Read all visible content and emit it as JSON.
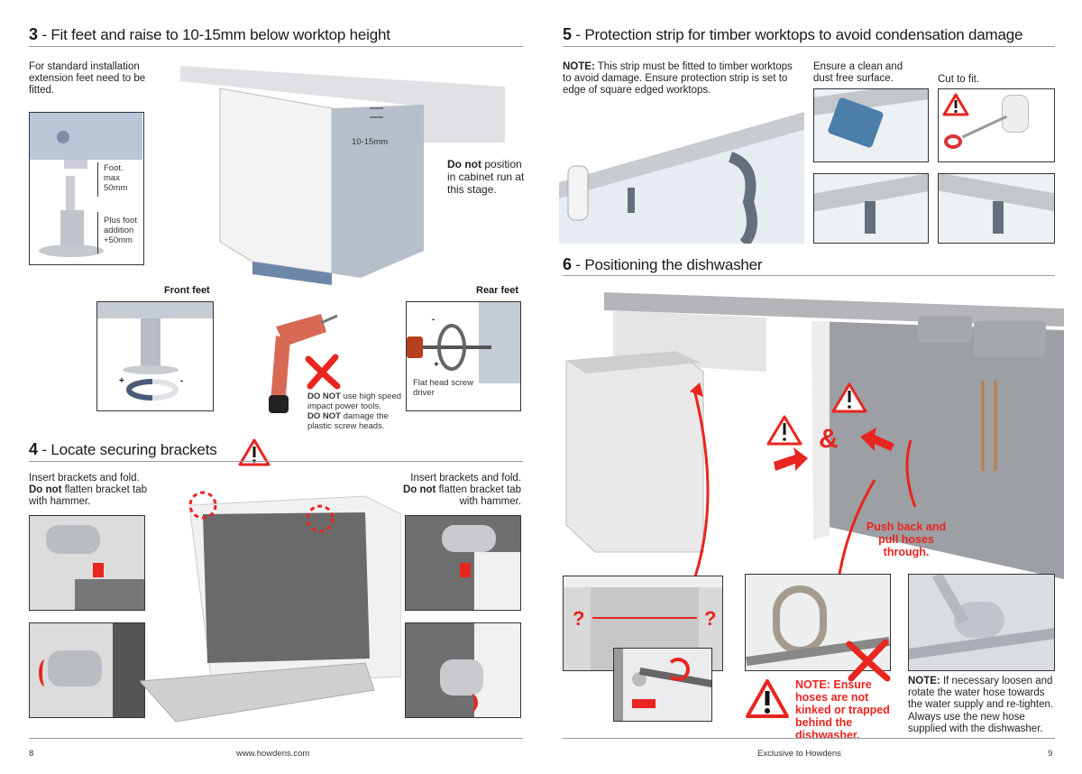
{
  "left_page": {
    "section3": {
      "number": "3",
      "title": " - Fit feet and raise to 10-15mm below worktop height",
      "intro": "For standard installation extension feet need to be fitted.",
      "foot_label_1": [
        "Foot.",
        "max",
        "50mm"
      ],
      "foot_label_2": [
        "Plus foot",
        "addition",
        "+50mm"
      ],
      "gap_label": "10-15mm",
      "note_bold": "Do not",
      "note_rest": " position in cabinet run at this stage.",
      "front_feet_label": "Front feet",
      "rear_feet_label": "Rear feet",
      "front_plus": "+",
      "front_minus": "-",
      "rear_plus": "+",
      "rear_minus": "-",
      "rear_caption": "Flat head screw driver",
      "warning_1_bold": "DO NOT",
      "warning_1_rest": " use high speed impact power tools.",
      "warning_2_bold": "DO NOT",
      "warning_2_rest": " damage the plastic screw heads."
    },
    "section4": {
      "number": "4",
      "title": " - Locate securing brackets",
      "left_line1": "Insert brackets and fold.",
      "left_bold": "Do not",
      "left_rest": " flatten bracket tab with hammer.",
      "right_line1": "Insert brackets and fold.",
      "right_bold": "Do not",
      "right_rest": " flatten bracket tab with hammer."
    },
    "footer": {
      "page_number": "8",
      "website": "www.howdens.com"
    }
  },
  "right_page": {
    "section5": {
      "number": "5",
      "title": " - Protection strip for timber worktops to avoid condensation damage",
      "note_bold": "NOTE:",
      "note_rest": " This strip must be fitted to timber worktops to avoid damage. Ensure protection strip is set to edge of square edged worktops.",
      "clean_caption": "Ensure a clean and dust free surface.",
      "cut_caption": "Cut to fit."
    },
    "section6": {
      "number": "6",
      "title": " - Positioning the dishwasher",
      "ampersand": "&",
      "push_back_text": "Push back and pull hoses through.",
      "question_mark": "?",
      "hose_note": "NOTE: Ensure hoses are not kinked or trapped behind the dishwasher.",
      "rotate_note_bold": "NOTE:",
      "rotate_note_rest": " If necessary loosen and rotate the water hose towards the water supply and re-tighten. Always use the new hose supplied with the dishwasher."
    },
    "footer": {
      "tagline": "Exclusive to Howdens",
      "page_number": "9"
    }
  },
  "colors": {
    "accent_red": "#e8251f",
    "rule_gray": "#9a9a9a",
    "steel_blue": "#8fa3bd"
  }
}
